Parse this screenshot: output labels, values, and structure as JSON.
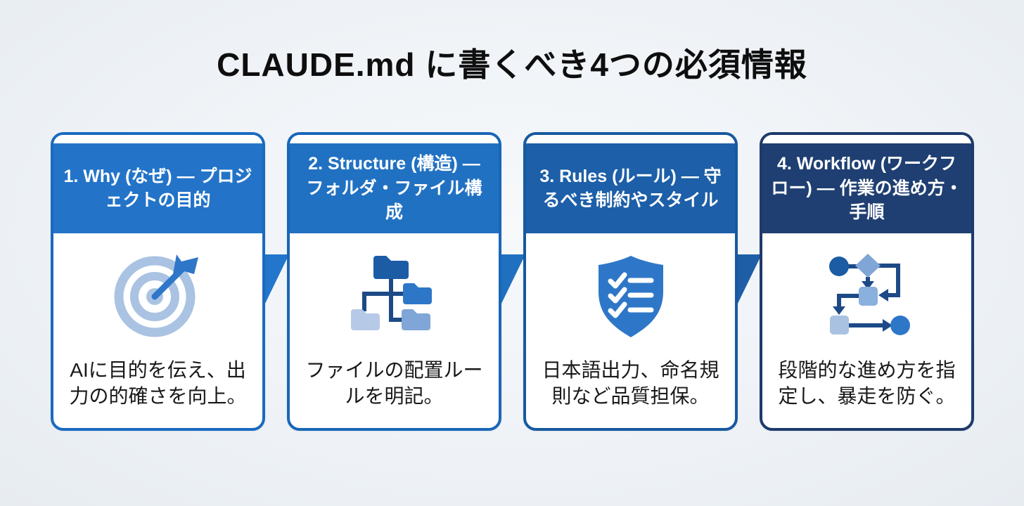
{
  "title": "CLAUDE.md に書くべき4つの必須情報",
  "palette": {
    "line": "#1d4a87",
    "dark": "#1c5ca5",
    "bright": "#2e77c8",
    "mid": "#7fa6d6",
    "mid2": "#8ab0dd",
    "light": "#a9c2e1",
    "lightest": "#b6c9e6",
    "ring": "#aac3e2",
    "background": "#eef2f6",
    "title_color": "#0e0e0e",
    "body_text": "#191919",
    "header_text": "#ffffff"
  },
  "cards": [
    {
      "header": "1. Why (なぜ) — プロジェクトの目的",
      "description": "AIに目的を伝え、出力の的確さを向上。",
      "icon": "target-icon",
      "header_color": "#2374c8",
      "border_color": "#1a6abf"
    },
    {
      "header": "2. Structure (構造) — フォルダ・ファイル構成",
      "description": "ファイルの配置ルールを明記。",
      "icon": "folder-tree-icon",
      "header_color": "#2171c2",
      "border_color": "#1966b8"
    },
    {
      "header": "3. Rules (ルール) — 守るべき制約やスタイル",
      "description": "日本語出力、命名規則など品質担保。",
      "icon": "shield-checklist-icon",
      "header_color": "#1d5fa8",
      "border_color": "#17599f"
    },
    {
      "header": "4. Workflow (ワークフロー) — 作業の進め方・手順",
      "description": "段階的な進め方を指定し、暴走を防ぐ。",
      "icon": "flowchart-icon",
      "header_color": "#1f3f72",
      "border_color": "#1d3a6b"
    }
  ],
  "connectors": [
    {
      "color": "#2276cb"
    },
    {
      "color": "#2070c0"
    },
    {
      "color": "#1e5ea6"
    }
  ]
}
